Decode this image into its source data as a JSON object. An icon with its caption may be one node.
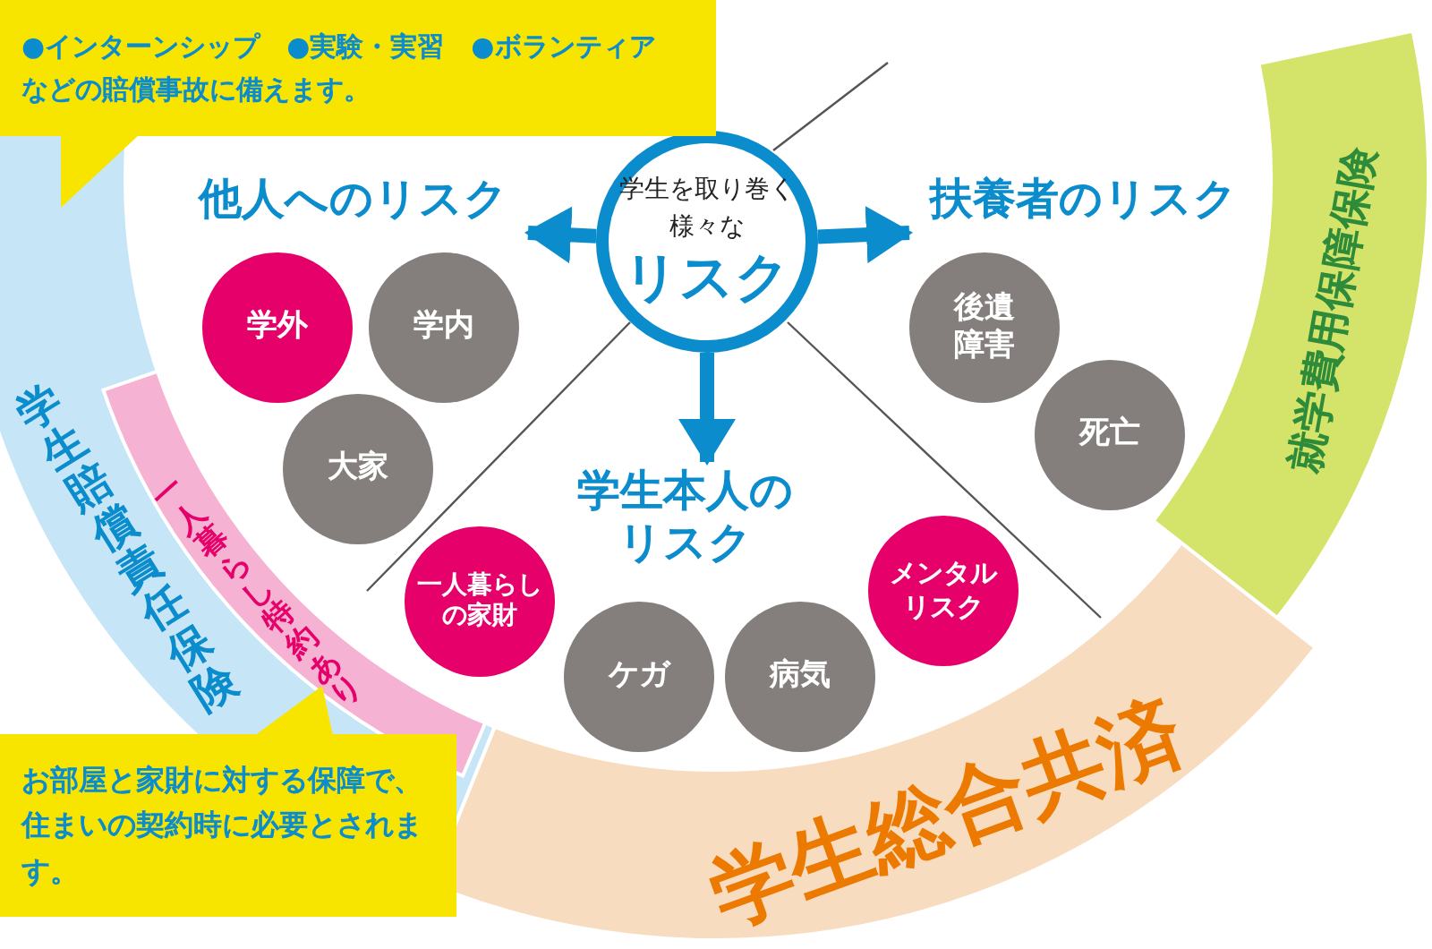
{
  "diagram": {
    "nodes": [
      {
        "text": [
          "学生を取り巻く様々な",
          "リスク"
        ]
      },
      {
        "text": [
          "他人へのリスク"
        ]
      },
      {
        "text": [
          "扶養者のリスク"
        ]
      },
      {
        "text": [
          "学生本人のリスク"
        ]
      },
      {
        "text": [
          "学外"
        ]
      },
      {
        "text": [
          "学内"
        ]
      },
      {
        "text": [
          "大家"
        ]
      },
      {
        "text": [
          "後遺障害"
        ]
      },
      {
        "text": [
          "死亡"
        ]
      },
      {
        "text": [
          "一人暮らしの家財"
        ]
      },
      {
        "text": [
          "ケガ"
        ]
      },
      {
        "text": [
          "病気"
        ]
      },
      {
        "text": [
          "メンタルリスク"
        ]
      },
      {
        "text": [
          "学生賠償責任保険"
        ]
      },
      {
        "text": [
          "一人暮らし特約あり"
        ]
      },
      {
        "text": [
          "就学費用保障保険"
        ]
      },
      {
        "text": [
          "学生総合共済"
        ]
      },
      {
        "text": [
          "●インターンシップ　●実験・実習　●ボランティア",
          "などの賠償事故に備えます。"
        ]
      },
      {
        "text": [
          "お部屋と家財に対する保障で、住まいの契約時に必要とされます。"
        ]
      }
    ],
    "edges": [
      {
        "from": 0,
        "to": 1,
        "arrow": "to"
      },
      {
        "from": 0,
        "to": 2,
        "arrow": "to"
      },
      {
        "from": 0,
        "to": 3,
        "arrow": "to"
      }
    ]
  }
}
